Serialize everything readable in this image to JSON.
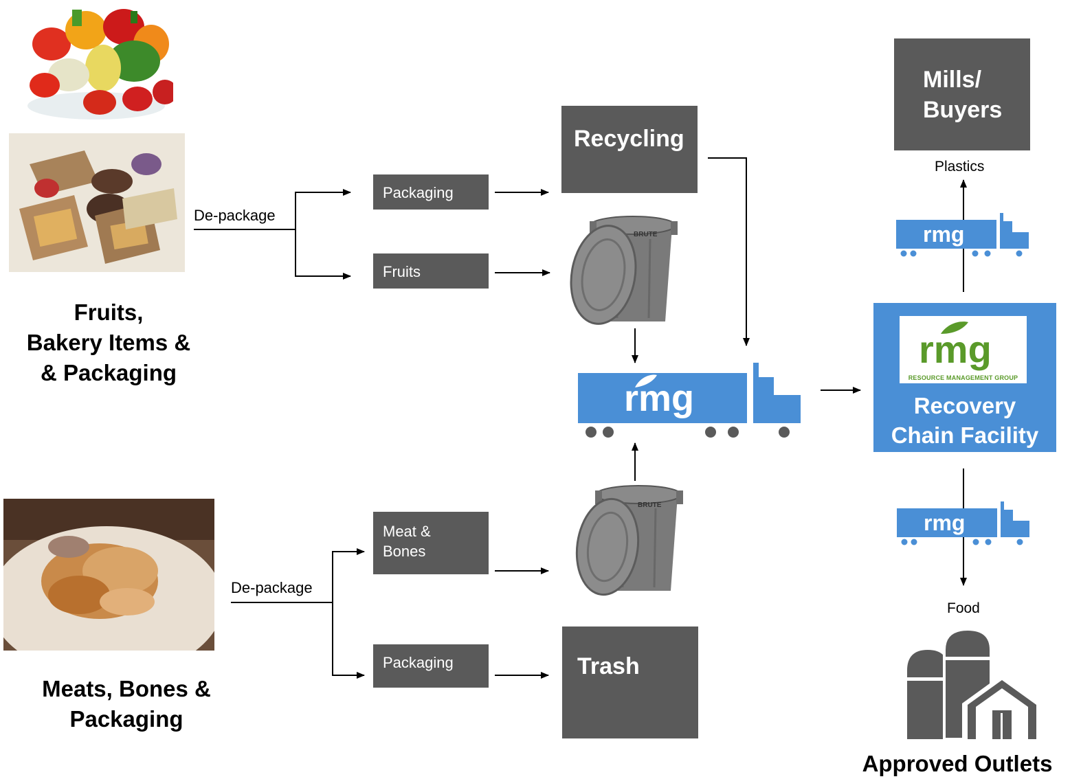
{
  "sources": {
    "fruits": {
      "heading": "Fruits,\nBakery Items &\n& Packaging",
      "depackage_label": "De-package"
    },
    "meats": {
      "heading": "Meats, Bones &\nPackaging",
      "depackage_label": "De-package"
    }
  },
  "streams": {
    "packaging_top": "Packaging",
    "fruits": "Fruits",
    "meat_bones": "Meat &\nBones",
    "packaging_bottom": "Packaging"
  },
  "destinations": {
    "recycling": "Recycling",
    "trash": "Trash",
    "mills_buyers": "Mills/\nBuyers",
    "approved_outlets": "Approved Outlets"
  },
  "bin_brand": "BRUTE",
  "truck_brand": "rmg",
  "facility": {
    "logo_text": "rmg",
    "logo_subtitle": "RESOURCE MANAGEMENT GROUP",
    "name": "Recovery\nChain Facility"
  },
  "outputs": {
    "plastics": "Plastics",
    "food": "Food"
  },
  "colors": {
    "box_gray": "#5a5a5a",
    "truck_blue": "#4a8fd6",
    "logo_green": "#5a9a2a",
    "silo_gray": "#5a5a5a"
  },
  "icons": [
    "vegetables-photo",
    "bakery-photo",
    "meat-photo",
    "trash-bin-icon",
    "truck-icon",
    "silo-farm-icon",
    "arrow-icon"
  ]
}
